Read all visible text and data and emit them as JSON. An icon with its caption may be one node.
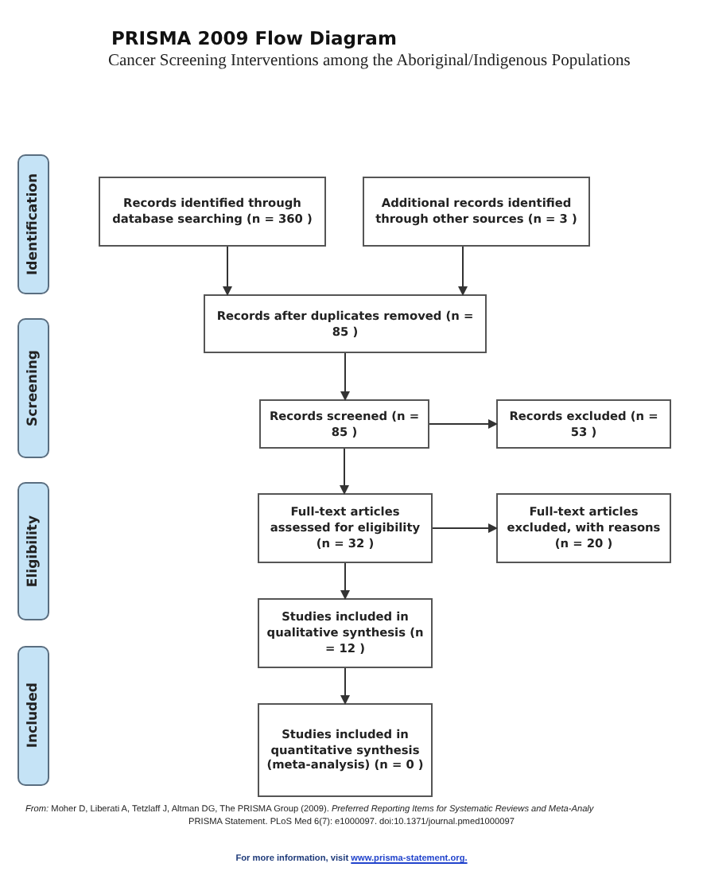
{
  "diagram": {
    "title": "PRISMA 2009 Flow Diagram",
    "caption": "Cancer Screening Interventions among the Aboriginal/Indigenous Populations",
    "nodes": [
      {
        "text": [
          "Identification"
        ]
      },
      {
        "text": [
          "Screening"
        ]
      },
      {
        "text": [
          "Eligibility"
        ]
      },
      {
        "text": [
          "Included"
        ]
      },
      {
        "text": [
          "Records identified through database searching (n =  360 )"
        ]
      },
      {
        "text": [
          "Additional records identified through other sources (n = 3 )"
        ]
      },
      {
        "text": [
          "Records after duplicates removed (n = 85 )"
        ]
      },
      {
        "text": [
          "Records screened (n = 85 )"
        ]
      },
      {
        "text": [
          "Records excluded (n = 53 )"
        ]
      },
      {
        "text": [
          "Full-text articles assessed for eligibility (n = 32 )"
        ]
      },
      {
        "text": [
          "Full-text articles excluded, with reasons (n = 20 )"
        ]
      },
      {
        "text": [
          "Studies included in qualitative synthesis (n = 12 )"
        ]
      },
      {
        "text": [
          "Studies included in quantitative synthesis (meta-analysis) (n = 0 )"
        ]
      }
    ],
    "edges": [
      {
        "from": 4,
        "to": 6,
        "arrow": "to"
      },
      {
        "from": 5,
        "to": 6,
        "arrow": "to"
      },
      {
        "from": 6,
        "to": 7,
        "arrow": "to"
      },
      {
        "from": 7,
        "to": 8,
        "arrow": "to"
      },
      {
        "from": 7,
        "to": 9,
        "arrow": "to"
      },
      {
        "from": 9,
        "to": 10,
        "arrow": "to"
      },
      {
        "from": 9,
        "to": 11,
        "arrow": "to"
      },
      {
        "from": 11,
        "to": 12,
        "arrow": "to"
      }
    ],
    "labels": [
      "*From:*  Moher D, Liberati A, Tetzlaff J, Altman DG, The PRISMA Group (2009). *Preferred Reporting Items for Systematic Reviews and Meta-Analy*",
      "PRISMA Statement. PLoS Med 6(7): e1000097. doi:10.1371/journal.pmed1000097",
      "For more information, visit",
      "www.prisma-statement.org."
    ]
  }
}
